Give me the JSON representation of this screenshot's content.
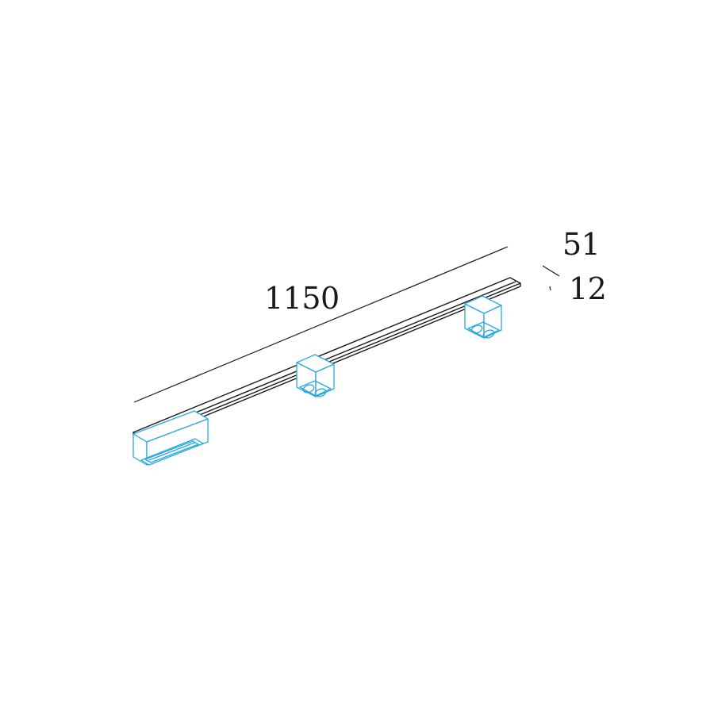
{
  "dimensions": {
    "length": "1150",
    "depth": "51",
    "height": "12"
  },
  "colors": {
    "line": "#1a1a1a",
    "luminaire": "#29a9e0",
    "background": "#ffffff"
  },
  "icons": {
    "luminaires": [
      "linear-spot-icon",
      "double-spot-icon",
      "double-spot-icon"
    ]
  }
}
